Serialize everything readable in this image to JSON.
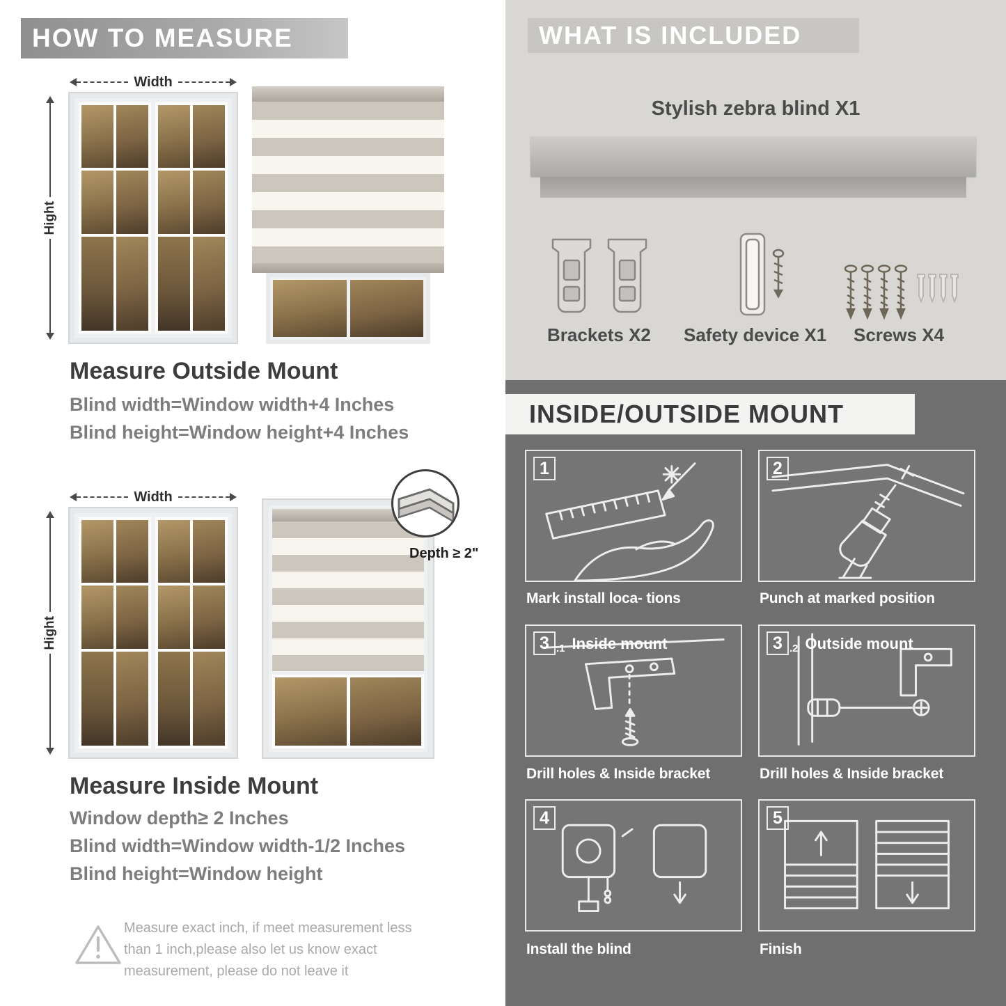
{
  "how_to_measure": {
    "header": "HOW TO MEASURE",
    "outside": {
      "width_label": "Width",
      "height_label": "Hight",
      "title": "Measure Outside Mount",
      "lines": [
        "Blind width=Window width+4 Inches",
        "Blind height=Window height+4 Inches"
      ]
    },
    "inside": {
      "width_label": "Width",
      "height_label": "Hight",
      "depth_label": "Depth ≥ 2\"",
      "title": "Measure Inside Mount",
      "lines": [
        "Window depth≥ 2 Inches",
        "Blind width=Window width-1/2 Inches",
        "Blind height=Window height"
      ]
    },
    "warning_text": "Measure exact inch, if meet measurement less than 1 inch,please also let us know exact measurement, please do not leave it"
  },
  "included": {
    "header": "WHAT IS INCLUDED",
    "product_label": "Stylish zebra blind X1",
    "items": [
      {
        "label": "Brackets X2"
      },
      {
        "label": "Safety device X1"
      },
      {
        "label": "Screws X4"
      }
    ]
  },
  "mount": {
    "header": "INSIDE/OUTSIDE MOUNT",
    "steps": [
      {
        "num": "1",
        "sub": "",
        "label": "",
        "caption": "Mark install loca- tions"
      },
      {
        "num": "2",
        "sub": "",
        "label": "",
        "caption": "Punch at  marked position"
      },
      {
        "num": "3",
        "sub": ".1",
        "label": "Inside mount",
        "caption": "Drill holes &  Inside bracket"
      },
      {
        "num": "3",
        "sub": ".2",
        "label": "Outside mount",
        "caption": "Drill holes &  Inside bracket"
      },
      {
        "num": "4",
        "sub": "",
        "label": "",
        "caption": "Install the blind"
      },
      {
        "num": "5",
        "sub": "",
        "label": "",
        "caption": "Finish"
      }
    ]
  },
  "colors": {
    "banner_gray": "#9a9a9a",
    "panel_light": "#d8d7d4",
    "panel_dark": "#6f6f6f",
    "text_dark": "#3d3d3d",
    "text_gray": "#7d7d7d"
  }
}
